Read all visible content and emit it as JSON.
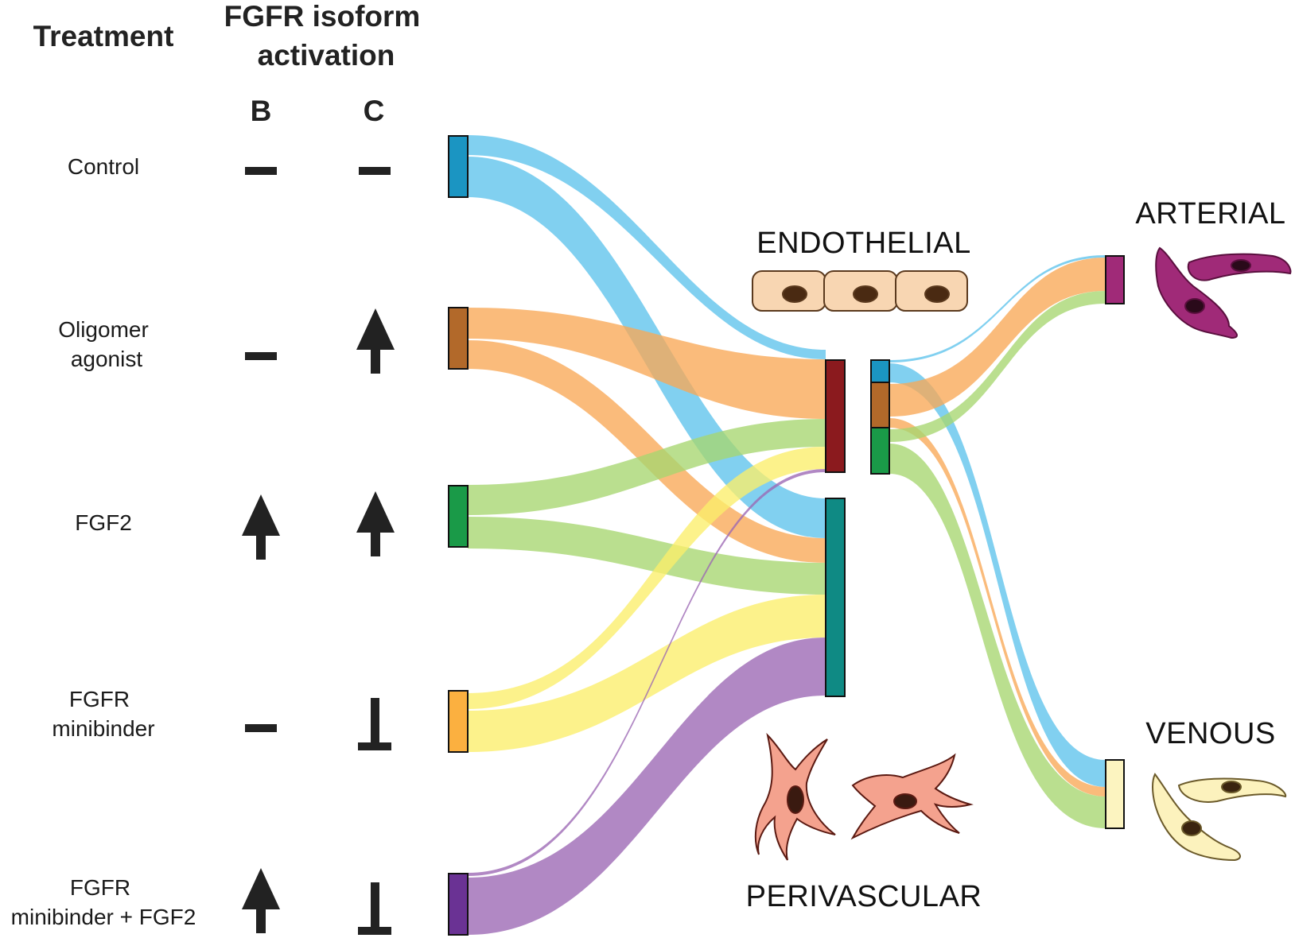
{
  "headers": {
    "treatment": "Treatment",
    "isoform_line1": "FGFR isoform",
    "isoform_line2": "activation",
    "col_b": "B",
    "col_c": "C"
  },
  "treatments": [
    {
      "lines": [
        "Control"
      ],
      "b": "none",
      "c": "none",
      "color": "#1b95c2"
    },
    {
      "lines": [
        "Oligomer",
        "agonist"
      ],
      "b": "none",
      "c": "up",
      "color": "#b2692a"
    },
    {
      "lines": [
        "FGF2"
      ],
      "b": "up",
      "c": "up",
      "color": "#1a9a48"
    },
    {
      "lines": [
        "FGFR",
        "minibinder"
      ],
      "b": "none",
      "c": "inhibit",
      "color": "#fbb040"
    },
    {
      "lines": [
        "FGFR",
        "minibinder + FGF2"
      ],
      "b": "up",
      "c": "inhibit",
      "color": "#6a3294"
    }
  ],
  "categories": {
    "endothelial": "ENDOTHELIAL",
    "perivascular": "PERIVASCULAR",
    "arterial": "ARTERIAL",
    "venous": "VENOUS"
  },
  "colors": {
    "control_flow": "#5ec3ec",
    "oligomer_flow": "#f8a856",
    "fgf2_flow": "#a6d66f",
    "minibinder_flow": "#fbee6a",
    "minibinder_fgf2_flow": "#9b67b3",
    "endothelial_node": "#8b1a1e",
    "perivascular_node": "#0f8a84",
    "arterial_node": "#a02a78",
    "venous_node": "#fcf4c0"
  }
}
